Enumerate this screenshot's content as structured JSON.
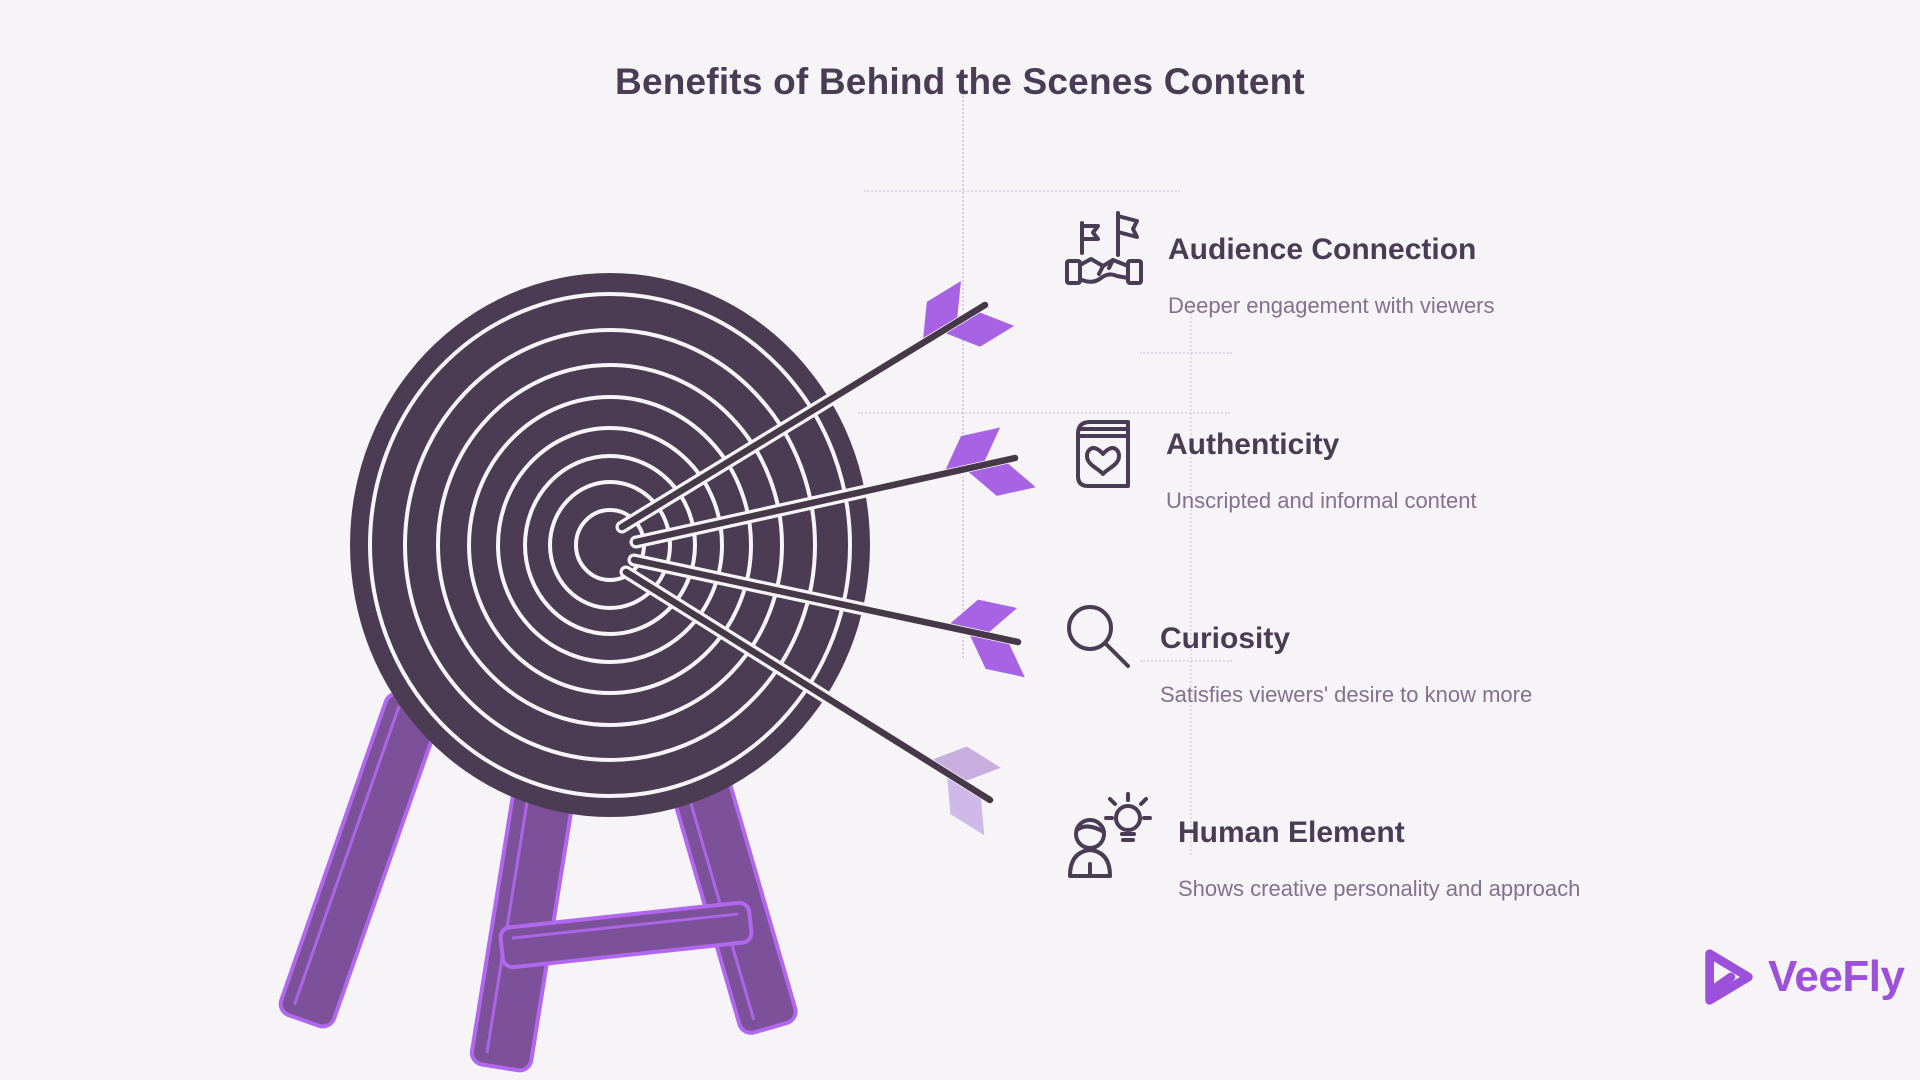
{
  "page": {
    "title": "Benefits of Behind the Scenes Content",
    "background_color": "#f6f4f6"
  },
  "benefits": [
    {
      "title": "Audience Connection",
      "description": "Deeper engagement with viewers",
      "icon": "handshake-flags-icon"
    },
    {
      "title": "Authenticity",
      "description": "Unscripted and informal content",
      "icon": "book-heart-icon"
    },
    {
      "title": "Curiosity",
      "description": "Satisfies viewers' desire to know more",
      "icon": "magnifier-icon"
    },
    {
      "title": "Human Element",
      "description": "Shows creative personality and approach",
      "icon": "person-idea-icon"
    }
  ],
  "illustration": {
    "name": "archery-target-on-easel-with-four-arrows",
    "board_color": "#4b3c54",
    "ring_color": "#f6f4f6",
    "easel_fill": "#7c5199",
    "easel_outline": "#b168ee",
    "arrow_shaft_color": "#463849",
    "fletching_color": "#a763e3",
    "faded_fletching_color": "#c7aede"
  },
  "brand": {
    "name": "VeeFly",
    "color": "#9d51da"
  }
}
